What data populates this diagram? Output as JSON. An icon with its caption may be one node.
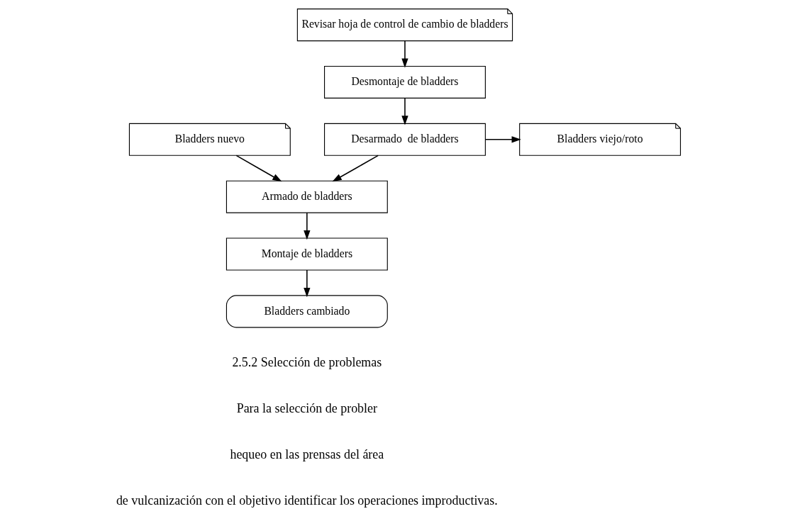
{
  "diagram": {
    "nodes": [
      {
        "text": [
          "Revisar hoja de control de cambio de bladders"
        ]
      },
      {
        "text": [
          "Desmontaje de bladders"
        ]
      },
      {
        "text": [
          "Bladders nuevo"
        ]
      },
      {
        "text": [
          "Desarmado  de bladders"
        ]
      },
      {
        "text": [
          "Bladders viejo/roto"
        ]
      },
      {
        "text": [
          "Armado de bladders"
        ]
      },
      {
        "text": [
          "Montaje de bladders"
        ]
      },
      {
        "text": [
          "Bladders cambiado"
        ]
      }
    ],
    "edges": [
      {
        "from": 0,
        "to": 1,
        "arrow": "to"
      },
      {
        "from": 1,
        "to": 3,
        "arrow": "to"
      },
      {
        "from": 3,
        "to": 4,
        "arrow": "to"
      },
      {
        "from": 3,
        "to": 5,
        "arrow": "to"
      },
      {
        "from": 2,
        "to": 5,
        "arrow": "to"
      },
      {
        "from": 5,
        "to": 6,
        "arrow": "to"
      },
      {
        "from": 6,
        "to": 7,
        "arrow": "to"
      }
    ],
    "labels": [
      "2.5.2 Selección de problemas",
      "Para la selección de probler",
      "hequeo en las prensas del área",
      "de vulcanización con el objetivo identificar los operaciones improductivas."
    ]
  }
}
